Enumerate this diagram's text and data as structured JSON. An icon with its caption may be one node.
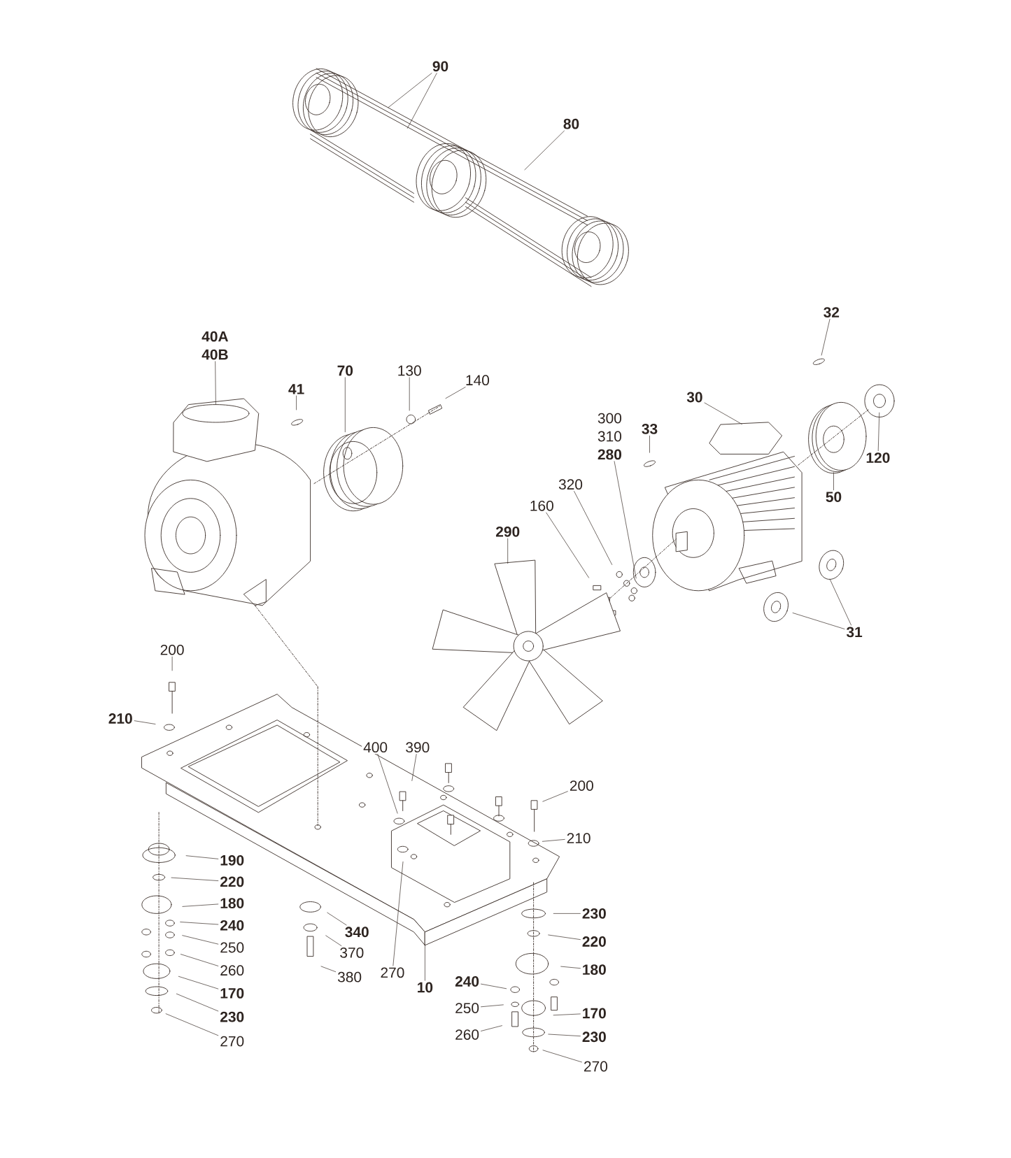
{
  "diagram": {
    "nodes": [
      {
        "text": [
          "90"
        ]
      },
      {
        "text": [
          "80"
        ]
      },
      {
        "text": [
          "40A",
          "40B"
        ]
      },
      {
        "text": [
          "41"
        ]
      },
      {
        "text": [
          "70"
        ]
      },
      {
        "text": [
          "130"
        ]
      },
      {
        "text": [
          "140"
        ]
      },
      {
        "text": [
          "32"
        ]
      },
      {
        "text": [
          "30"
        ]
      },
      {
        "text": [
          "300",
          "310",
          "280"
        ]
      },
      {
        "text": [
          "33"
        ]
      },
      {
        "text": [
          "320"
        ]
      },
      {
        "text": [
          "160"
        ]
      },
      {
        "text": [
          "290"
        ]
      },
      {
        "text": [
          "120"
        ]
      },
      {
        "text": [
          "50"
        ]
      },
      {
        "text": [
          "31"
        ]
      },
      {
        "text": [
          "200"
        ]
      },
      {
        "text": [
          "210"
        ]
      },
      {
        "text": [
          "400"
        ]
      },
      {
        "text": [
          "390"
        ]
      },
      {
        "text": [
          "200"
        ]
      },
      {
        "text": [
          "210"
        ]
      },
      {
        "text": [
          "190"
        ]
      },
      {
        "text": [
          "220"
        ]
      },
      {
        "text": [
          "180"
        ]
      },
      {
        "text": [
          "240"
        ]
      },
      {
        "text": [
          "250"
        ]
      },
      {
        "text": [
          "260"
        ]
      },
      {
        "text": [
          "170"
        ]
      },
      {
        "text": [
          "230"
        ]
      },
      {
        "text": [
          "270"
        ]
      },
      {
        "text": [
          "340"
        ]
      },
      {
        "text": [
          "370"
        ]
      },
      {
        "text": [
          "380"
        ]
      },
      {
        "text": [
          "270"
        ]
      },
      {
        "text": [
          "10"
        ]
      },
      {
        "text": [
          "230"
        ]
      },
      {
        "text": [
          "220"
        ]
      },
      {
        "text": [
          "180"
        ]
      },
      {
        "text": [
          "240"
        ]
      },
      {
        "text": [
          "250"
        ]
      },
      {
        "text": [
          "260"
        ]
      },
      {
        "text": [
          "170"
        ]
      },
      {
        "text": [
          "230"
        ]
      },
      {
        "text": [
          "270"
        ]
      }
    ],
    "edges": [
      {
        "from": 0,
        "to": null,
        "arrow": "none"
      },
      {
        "from": 0,
        "to": null,
        "arrow": "none"
      },
      {
        "from": 1,
        "to": null,
        "arrow": "none"
      },
      {
        "from": 2,
        "to": null,
        "arrow": "none"
      },
      {
        "from": 3,
        "to": null,
        "arrow": "none"
      },
      {
        "from": 4,
        "to": null,
        "arrow": "none"
      },
      {
        "from": 5,
        "to": null,
        "arrow": "none"
      },
      {
        "from": 6,
        "to": null,
        "arrow": "none"
      },
      {
        "from": 7,
        "to": null,
        "arrow": "none"
      },
      {
        "from": 8,
        "to": null,
        "arrow": "none"
      },
      {
        "from": 9,
        "to": null,
        "arrow": "none"
      },
      {
        "from": 10,
        "to": null,
        "arrow": "none"
      },
      {
        "from": 11,
        "to": null,
        "arrow": "none"
      },
      {
        "from": 12,
        "to": null,
        "arrow": "none"
      },
      {
        "from": 13,
        "to": null,
        "arrow": "none"
      },
      {
        "from": 14,
        "to": null,
        "arrow": "none"
      },
      {
        "from": 15,
        "to": null,
        "arrow": "none"
      },
      {
        "from": 16,
        "to": null,
        "arrow": "none"
      },
      {
        "from": 16,
        "to": null,
        "arrow": "none"
      },
      {
        "from": 17,
        "to": null,
        "arrow": "none"
      },
      {
        "from": 18,
        "to": null,
        "arrow": "none"
      },
      {
        "from": 19,
        "to": null,
        "arrow": "none"
      },
      {
        "from": 20,
        "to": null,
        "arrow": "none"
      },
      {
        "from": 21,
        "to": null,
        "arrow": "none"
      },
      {
        "from": 22,
        "to": null,
        "arrow": "none"
      },
      {
        "from": 23,
        "to": null,
        "arrow": "none"
      },
      {
        "from": 24,
        "to": null,
        "arrow": "none"
      },
      {
        "from": 25,
        "to": null,
        "arrow": "none"
      },
      {
        "from": 26,
        "to": null,
        "arrow": "none"
      },
      {
        "from": 27,
        "to": null,
        "arrow": "none"
      },
      {
        "from": 28,
        "to": null,
        "arrow": "none"
      },
      {
        "from": 29,
        "to": null,
        "arrow": "none"
      },
      {
        "from": 30,
        "to": null,
        "arrow": "none"
      },
      {
        "from": 31,
        "to": null,
        "arrow": "none"
      },
      {
        "from": 32,
        "to": null,
        "arrow": "none"
      },
      {
        "from": 33,
        "to": null,
        "arrow": "none"
      },
      {
        "from": 34,
        "to": null,
        "arrow": "none"
      },
      {
        "from": 35,
        "to": null,
        "arrow": "none"
      },
      {
        "from": 36,
        "to": null,
        "arrow": "none"
      },
      {
        "from": 37,
        "to": null,
        "arrow": "none"
      },
      {
        "from": 38,
        "to": null,
        "arrow": "none"
      },
      {
        "from": 39,
        "to": null,
        "arrow": "none"
      },
      {
        "from": 40,
        "to": null,
        "arrow": "none"
      },
      {
        "from": 41,
        "to": null,
        "arrow": "none"
      },
      {
        "from": 42,
        "to": null,
        "arrow": "none"
      },
      {
        "from": 43,
        "to": null,
        "arrow": "none"
      },
      {
        "from": 44,
        "to": null,
        "arrow": "none"
      },
      {
        "from": 45,
        "to": null,
        "arrow": "none"
      }
    ]
  }
}
